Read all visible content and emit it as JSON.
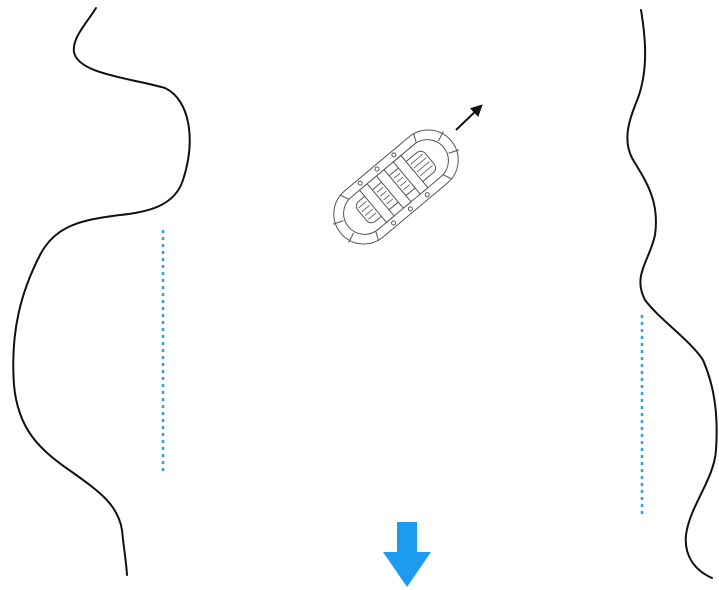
{
  "scene": {
    "background_color": "#ffffff",
    "bank_color": "#111111",
    "marker_color": "#2aa0f0",
    "arrow_color": "#1d9bf0",
    "raft_outline_color": "#555555",
    "motion_arrow_color": "#111111"
  },
  "elements": {
    "left_bank": "river-bank-line",
    "right_bank": "river-bank-line",
    "left_marker": "dashed-reference-line",
    "right_marker": "dashed-reference-line",
    "raft": "raft-icon",
    "raft_heading": "direction-arrow-icon",
    "current": "current-arrow-icon"
  }
}
